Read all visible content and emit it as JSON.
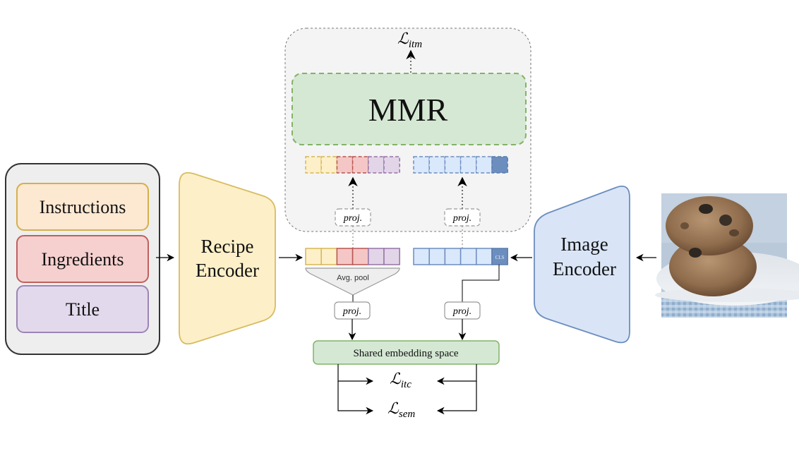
{
  "inputs": {
    "items": [
      {
        "label": "Instructions",
        "fill": "#fde8d2",
        "stroke": "#d4b04a"
      },
      {
        "label": "Ingredients",
        "fill": "#f5d0cf",
        "stroke": "#c0605e"
      },
      {
        "label": "Title",
        "fill": "#e3d9ec",
        "stroke": "#9c85b5"
      }
    ]
  },
  "recipe_encoder": {
    "line1": "Recipe",
    "line2": "Encoder",
    "fill": "#fdf0c8",
    "stroke": "#d8bc62"
  },
  "image_encoder": {
    "line1": "Image",
    "line2": "Encoder",
    "fill": "#d9e5f7",
    "stroke": "#6c8ebf"
  },
  "mmr": {
    "label": "MMR",
    "fill": "#d5e8d4",
    "stroke": "#82b366"
  },
  "loss_itm": {
    "symbol": "ℒ",
    "sub": "itm"
  },
  "proj_label": "proj.",
  "avg_pool_label": "Avg. pool",
  "cls_label": "CLS",
  "shared_space": {
    "label": "Shared embedding space",
    "fill": "#d5e8d4",
    "stroke": "#82b366"
  },
  "loss_itc": {
    "symbol": "ℒ",
    "sub": "itc"
  },
  "loss_sem": {
    "symbol": "ℒ",
    "sub": "sem"
  },
  "recipe_tokens": [
    {
      "fill": "#fdf0c8",
      "stroke": "#d6b656"
    },
    {
      "fill": "#fdf0c8",
      "stroke": "#d6b656"
    },
    {
      "fill": "#f4c7c6",
      "stroke": "#b85450"
    },
    {
      "fill": "#f4c7c6",
      "stroke": "#b85450"
    },
    {
      "fill": "#e1d5e7",
      "stroke": "#9673a6"
    },
    {
      "fill": "#e1d5e7",
      "stroke": "#9673a6"
    }
  ],
  "image_tokens": [
    {
      "fill": "#dae8fc",
      "stroke": "#6c8ebf"
    },
    {
      "fill": "#dae8fc",
      "stroke": "#6c8ebf"
    },
    {
      "fill": "#dae8fc",
      "stroke": "#6c8ebf"
    },
    {
      "fill": "#dae8fc",
      "stroke": "#6c8ebf"
    },
    {
      "fill": "#dae8fc",
      "stroke": "#6c8ebf"
    },
    {
      "fill": "#6c8ebf",
      "stroke": "#5a7bab"
    }
  ],
  "photo": {
    "description": "stacked oatmeal chocolate chip cookies on a white plate over blue gingham cloth"
  }
}
